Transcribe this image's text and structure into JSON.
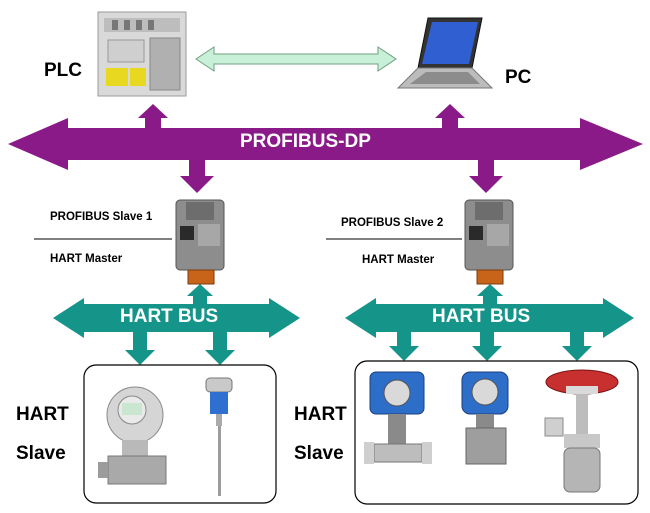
{
  "bus": {
    "profibus_label": "PROFIBUS-DP",
    "hart_bus_label": "HART BUS"
  },
  "plc": {
    "label": "PLC"
  },
  "pc": {
    "label": "PC"
  },
  "gateway_left": {
    "slave_label": "PROFIBUS Slave 1",
    "master_label": "HART Master"
  },
  "gateway_right": {
    "slave_label": "PROFIBUS Slave 2",
    "master_label": "HART Master"
  },
  "hart_slave_left": {
    "line1": "HART",
    "line2": "Slave"
  },
  "hart_slave_right": {
    "line1": "HART",
    "line2": "Slave"
  },
  "colors": {
    "profibus": "#8b1a89",
    "hart": "#15958a",
    "link": "#c8f0d8"
  },
  "icons": [
    "plc-icon",
    "laptop-icon",
    "gateway-module-icon",
    "pressure-transmitter-icon",
    "temperature-sensor-icon",
    "flow-meter-icon",
    "control-valve-icon"
  ]
}
